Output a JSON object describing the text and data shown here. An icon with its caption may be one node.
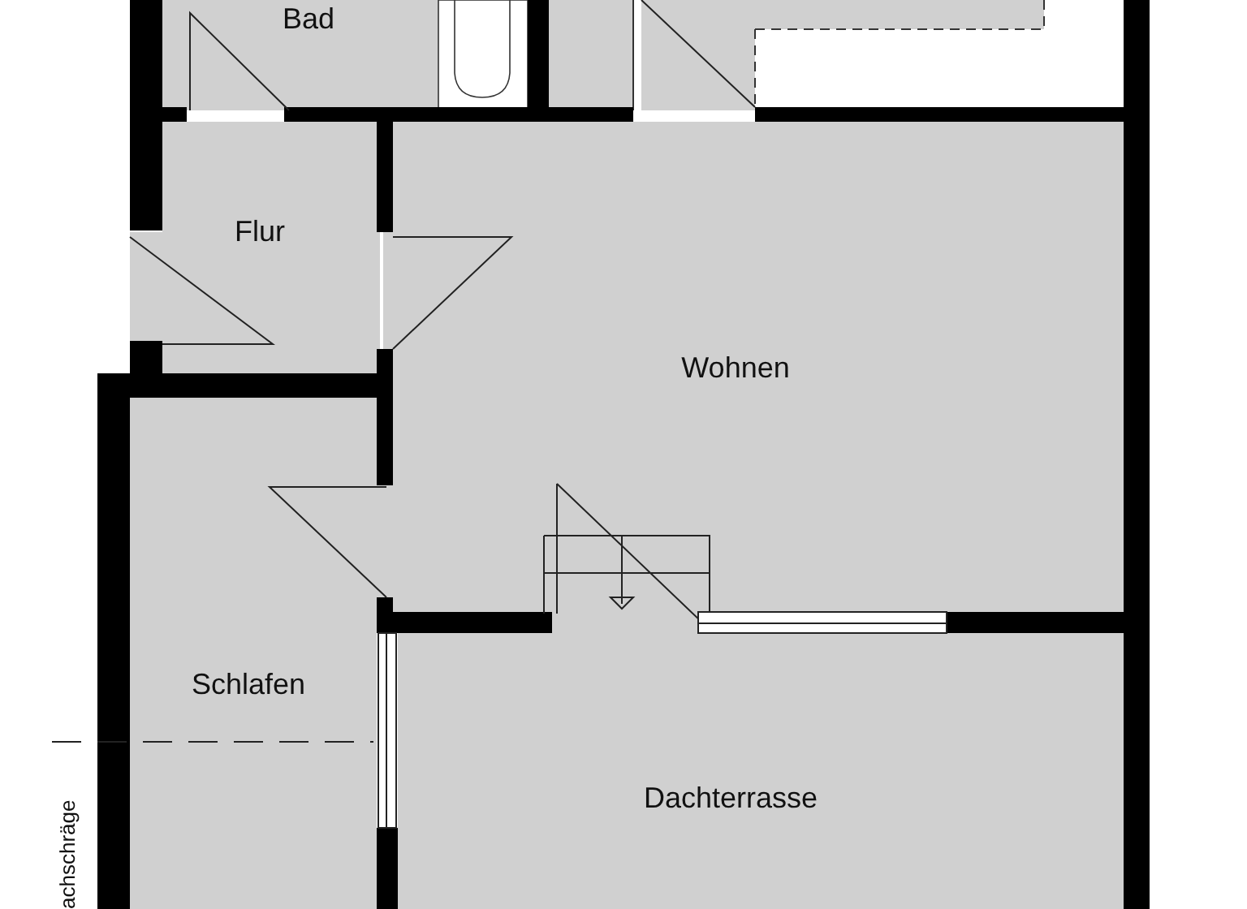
{
  "diagram": {
    "nodes": [
      {
        "text": [
          "Bad"
        ]
      },
      {
        "text": [
          "Flur"
        ]
      },
      {
        "text": [
          "Wohnen"
        ]
      },
      {
        "text": [
          "Schlafen"
        ]
      },
      {
        "text": [
          "Dachterrasse"
        ]
      }
    ],
    "labels": [
      "achschräge"
    ]
  }
}
